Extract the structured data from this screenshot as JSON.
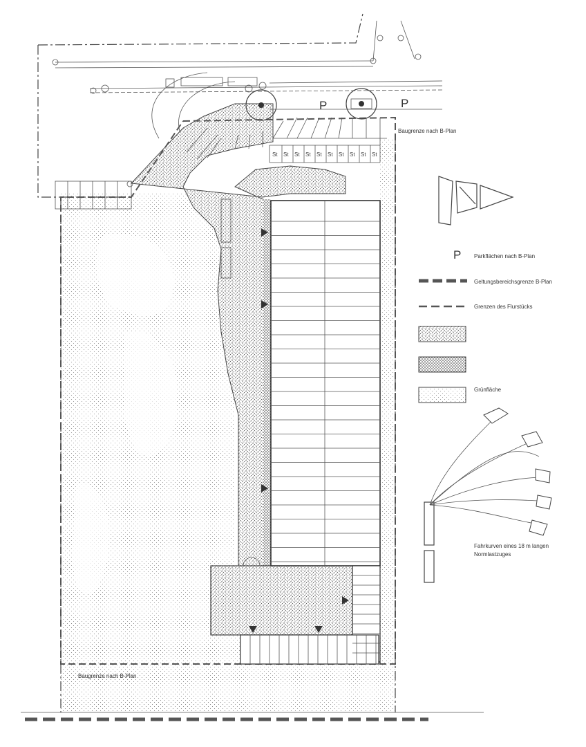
{
  "labels": {
    "parking_letter": "P",
    "buildline_top": "Baugrenze nach B-Plan",
    "buildline_bottom": "Baugrenze nach B-Plan",
    "stall_mark": "St"
  },
  "legend": {
    "parking": {
      "symbol": "P",
      "text": "Parkflächen nach B-Plan"
    },
    "scope_boundary": {
      "text": "Geltungsbereichsgrenze B-Plan"
    },
    "parcel_boundary": {
      "text": "Grenzen des Flurstücks"
    },
    "green_area": {
      "text": "Grünfläche"
    },
    "turning": {
      "text_line1": "Fahrkurven eines 18 m langen",
      "text_line2": "Normlastzuges"
    }
  },
  "colors": {
    "ink": "#444444",
    "paper": "#ffffff",
    "boundary": "#555555"
  },
  "icons": {
    "north": "north-arrow-icon",
    "truck": "truck-turning-icon"
  }
}
